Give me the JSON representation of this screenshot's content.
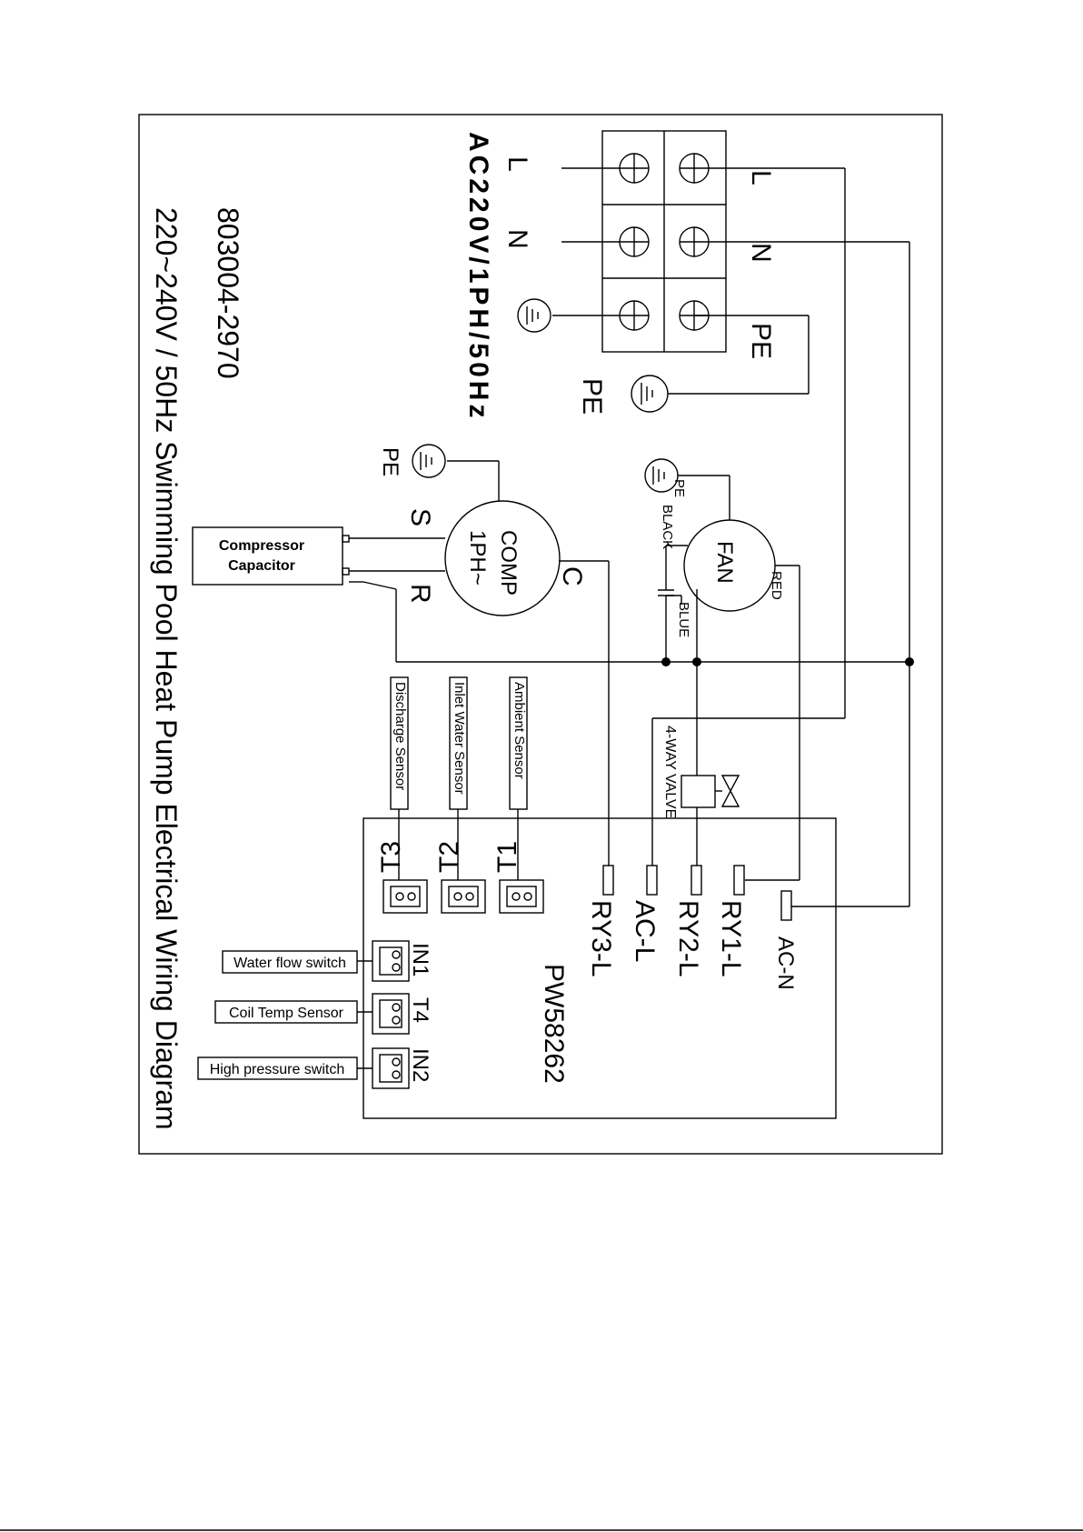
{
  "title": "220~240V / 50Hz Swimming Pool Heat Pump Electrical Wiring Diagram",
  "code": "803004-2970",
  "supply": {
    "rating": "AC220V/1PH/50Hz",
    "input_labels": [
      "L",
      "N"
    ],
    "output_labels": [
      "L",
      "N",
      "PE"
    ],
    "pe_label": "PE"
  },
  "compressor": {
    "name": "COMP",
    "phase": "1PH~",
    "terminal_s": "S",
    "terminal_r": "R",
    "terminal_c": "C",
    "pe_label": "PE",
    "capacitor_line1": "Compressor",
    "capacitor_line2": "Capacitor"
  },
  "fan": {
    "name": "FAN",
    "pe_label": "PE",
    "wire_black": "BLACK",
    "wire_blue": "BLUE",
    "wire_red": "RED"
  },
  "valve": {
    "label": "4-WAY VALVE"
  },
  "sensors": [
    "Discharge Sensor",
    "Inlet Water Sensor",
    "Ambient Sensor"
  ],
  "board": {
    "model": "PW58262",
    "relay_ports": [
      "RY3-L",
      "AC-L",
      "RY2-L",
      "RY1-L",
      "AC-N"
    ],
    "sensor_ports": [
      "T3",
      "T2",
      "T1"
    ],
    "input_ports": [
      "IN1",
      "T4",
      "IN2"
    ]
  },
  "switches": [
    "Water flow switch",
    "Coil Temp Sensor",
    "High pressure switch"
  ]
}
